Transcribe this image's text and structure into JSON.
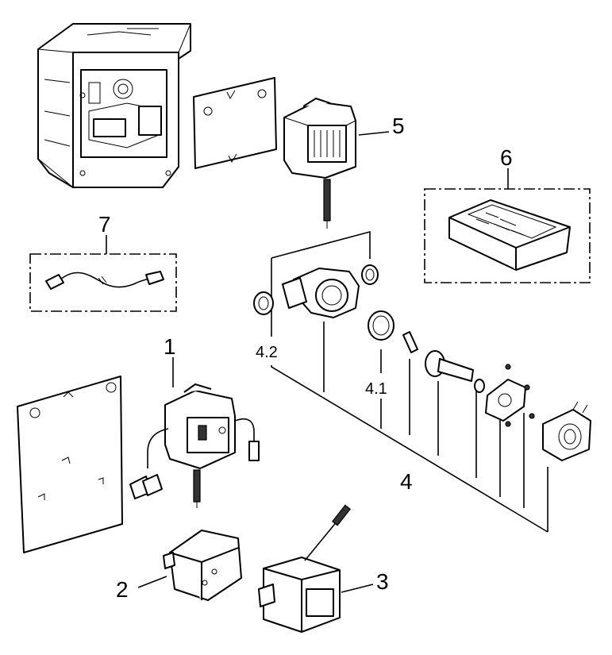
{
  "callouts": {
    "c1": "1",
    "c2": "2",
    "c3": "3",
    "c4": "4",
    "c4_1": "4.1",
    "c4_2": "4.2",
    "c5": "5",
    "c6": "6",
    "c7": "7"
  },
  "icons": [
    "mounting-box-icon",
    "cover-plate-icon",
    "electronic-module-icon",
    "remote-control-icon",
    "cable-icon",
    "valve-body-icon",
    "solenoid-icon",
    "battery-box-icon",
    "power-supply-icon",
    "wall-plate-icon"
  ]
}
